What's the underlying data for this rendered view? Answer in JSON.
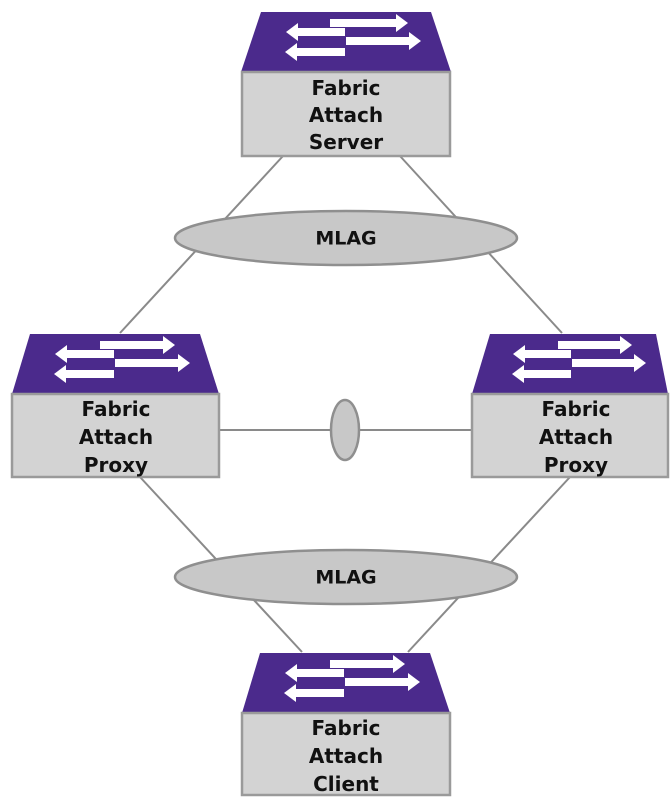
{
  "colors": {
    "switch_top": "#4b2a8c",
    "switch_body": "#d3d3d3",
    "link_line": "#8a8a8a",
    "lag_ellipse": "#c8c8c8"
  },
  "nodes": {
    "server": {
      "lines": [
        "Fabric",
        "Attach",
        "Server"
      ],
      "icon": "network-switch-icon"
    },
    "proxy_left": {
      "lines": [
        "Fabric",
        "Attach",
        "Proxy"
      ],
      "icon": "network-switch-icon"
    },
    "proxy_right": {
      "lines": [
        "Fabric",
        "Attach",
        "Proxy"
      ],
      "icon": "network-switch-icon"
    },
    "client": {
      "lines": [
        "Fabric",
        "Attach",
        "Client"
      ],
      "icon": "network-switch-icon"
    }
  },
  "links": {
    "upper_mlag": {
      "label": "MLAG"
    },
    "lower_mlag": {
      "label": "MLAG"
    },
    "inter_proxy_lag": {
      "label": ""
    }
  }
}
